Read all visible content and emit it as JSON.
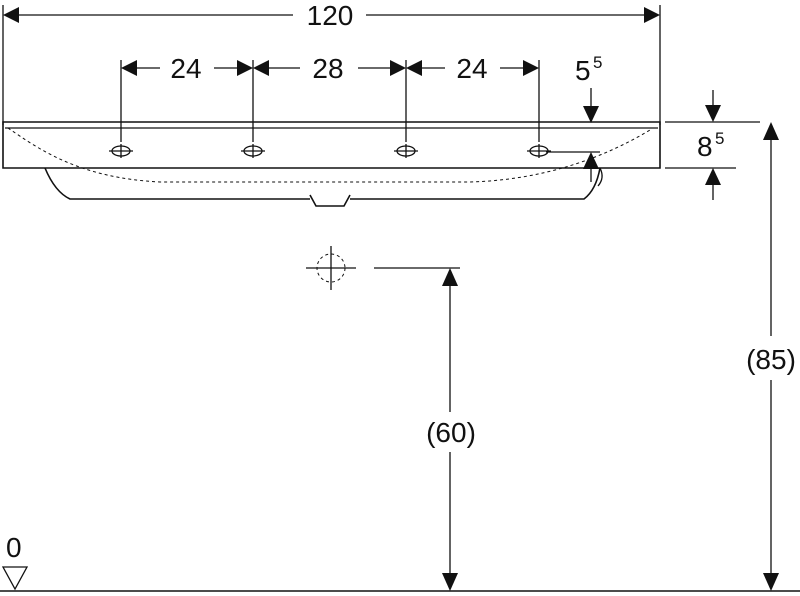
{
  "drawing": {
    "overall_width": "120",
    "tap_spacing_left": "24",
    "tap_spacing_middle": "28",
    "tap_spacing_right": "24",
    "rim_offset_main": "5",
    "rim_offset_sup": "5",
    "rim_height_main": "8",
    "rim_height_sup": "5",
    "waste_height": "(60)",
    "rim_floor_height": "(85)",
    "floor_level": "0"
  }
}
